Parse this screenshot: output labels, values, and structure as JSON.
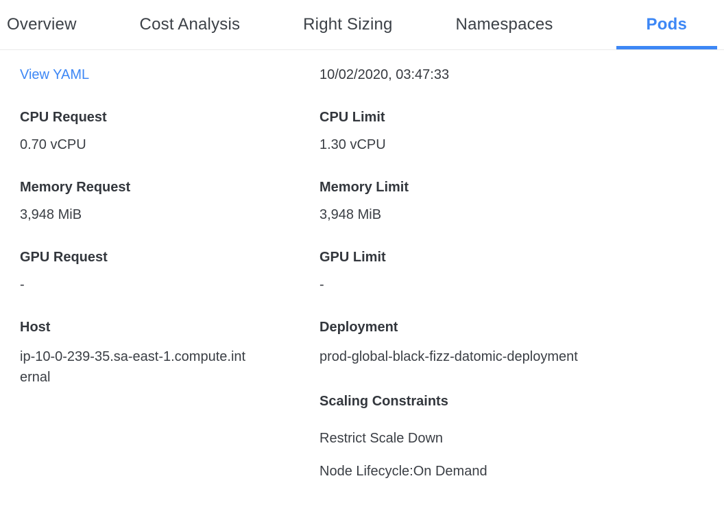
{
  "colors": {
    "accent_blue": "#3d87f5",
    "link_blue": "#3d87f5",
    "text_dark": "#36393f",
    "tab_border": "#e9e9e9"
  },
  "tabs": {
    "items": [
      {
        "label": "Overview",
        "active": false
      },
      {
        "label": "Cost Analysis",
        "active": false
      },
      {
        "label": "Right Sizing",
        "active": false
      },
      {
        "label": "Namespaces",
        "active": false
      },
      {
        "label": "Pods",
        "active": true
      }
    ]
  },
  "details": {
    "view_yaml_label": "View YAML",
    "timestamp": "10/02/2020, 03:47:33",
    "left_fields": [
      {
        "label": "CPU Request",
        "value": "0.70 vCPU"
      },
      {
        "label": "Memory Request",
        "value": "3,948 MiB"
      },
      {
        "label": "GPU Request",
        "value": "-"
      },
      {
        "label": "Host",
        "value": "ip-10-0-239-35.sa-east-1.compute.internal",
        "is_link": true
      }
    ],
    "right_fields": [
      {
        "label": "CPU Limit",
        "value": "1.30 vCPU"
      },
      {
        "label": "Memory Limit",
        "value": "3,948 MiB"
      },
      {
        "label": "GPU Limit",
        "value": "-"
      },
      {
        "label": "Deployment",
        "value": "prod-global-black-fizz-datomic-deployment",
        "is_link": true
      }
    ],
    "scaling_constraints": {
      "title": "Scaling Constraints",
      "items": [
        "Restrict Scale Down",
        "Node Lifecycle:On Demand"
      ]
    }
  }
}
